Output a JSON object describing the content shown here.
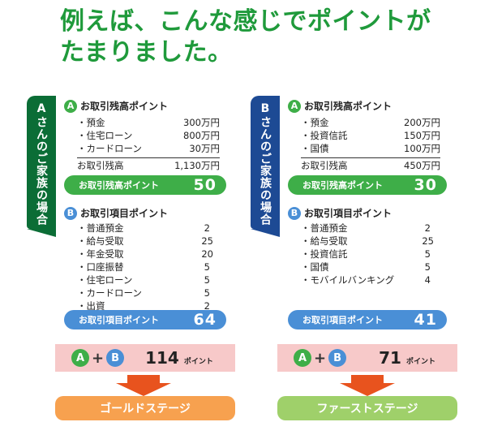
{
  "headline": [
    "例えば、こんな感じでポイントが",
    "たまりました。"
  ],
  "panels": [
    {
      "family_label": "Aさんのご家族の場合",
      "balance_title": "お取引残高ポイント",
      "balance_items": [
        {
          "label": "・預金",
          "value": "300万円"
        },
        {
          "label": "・住宅ローン",
          "value": "800万円"
        },
        {
          "label": "・カードローン",
          "value": "30万円"
        }
      ],
      "balance_total_label": "お取引残高",
      "balance_total_value": "1,130万円",
      "balance_points_label": "お取引残高ポイント",
      "balance_points": "50",
      "item_title": "お取引項目ポイント",
      "item_list": [
        {
          "label": "・普通預金",
          "value": "2"
        },
        {
          "label": "・給与受取",
          "value": "25"
        },
        {
          "label": "・年金受取",
          "value": "20"
        },
        {
          "label": "・口座振替",
          "value": "5"
        },
        {
          "label": "・住宅ローン",
          "value": "5"
        },
        {
          "label": "・カードローン",
          "value": "5"
        },
        {
          "label": "・出資",
          "value": "2"
        }
      ],
      "item_points_label": "お取引項目ポイント",
      "item_points": "64",
      "sum_a": "A",
      "sum_plus": "+",
      "sum_b": "B",
      "sum_total": "114",
      "sum_unit": "ポイント",
      "stage": "ゴールドステージ"
    },
    {
      "family_label": "Bさんのご家族の場合",
      "balance_title": "お取引残高ポイント",
      "balance_items": [
        {
          "label": "・預金",
          "value": "200万円"
        },
        {
          "label": "・投資信託",
          "value": "150万円"
        },
        {
          "label": "・国債",
          "value": "100万円"
        }
      ],
      "balance_total_label": "お取引残高",
      "balance_total_value": "450万円",
      "balance_points_label": "お取引残高ポイント",
      "balance_points": "30",
      "item_title": "お取引項目ポイント",
      "item_list": [
        {
          "label": "・普通預金",
          "value": "2"
        },
        {
          "label": "・給与受取",
          "value": "25"
        },
        {
          "label": "・投資信託",
          "value": "5"
        },
        {
          "label": "・国債",
          "value": "5"
        },
        {
          "label": "・モバイルバンキング",
          "value": "4"
        }
      ],
      "item_points_label": "お取引項目ポイント",
      "item_points": "41",
      "sum_a": "A",
      "sum_plus": "+",
      "sum_b": "B",
      "sum_total": "71",
      "sum_unit": "ポイント",
      "stage": "ファーストステージ"
    }
  ],
  "colors": {
    "headline": "#1f9a3b",
    "tab_a": "#0b6d36",
    "tab_b": "#1d4a94",
    "green_pill": "#3eae48",
    "blue_pill": "#4a8fd6",
    "sum_bg": "#f7c9c9",
    "arrow": "#e8531e",
    "gold_stage": "#f7a14f",
    "first_stage": "#9fd06a"
  }
}
